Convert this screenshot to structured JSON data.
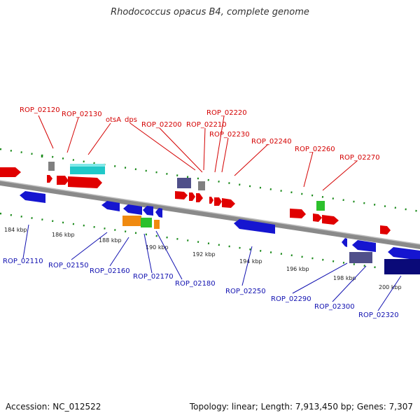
{
  "title": "Rhodococcus opacus B4, complete genome",
  "footer": {
    "accession": "Accession: NC_012522",
    "stats": "Topology: linear; Length: 7,913,450 bp; Genes: 7,307"
  },
  "colors": {
    "forward_gene": "#e00000",
    "reverse_gene": "#1515d0",
    "teal": "#20c8c8",
    "gray": "#808080",
    "purple": "#50508a",
    "green": "#2cc02c",
    "orange": "#f08a10",
    "navy": "#0a0a78",
    "label_top": "#d40000",
    "label_bottom": "#1010b0",
    "tick": "#1a8a1a",
    "backbone": "#8a8a8a"
  },
  "kbp_ticks": [
    "184 kbp",
    "186 kbp",
    "188 kbp",
    "190 kbp",
    "192 kbp",
    "194 kbp",
    "196 kbp",
    "198 kbp",
    "200 kbp"
  ],
  "gene_labels_top": [
    "ROP_02120",
    "ROP_02130",
    "otsA",
    "dps",
    "ROP_02200",
    "ROP_02210",
    "ROP_02220",
    "ROP_02230",
    "ROP_02240",
    "ROP_02260",
    "ROP_02270"
  ],
  "gene_labels_bottom": [
    "ROP_02110",
    "ROP_02150",
    "ROP_02160",
    "ROP_02170",
    "ROP_02180",
    "ROP_02250",
    "ROP_02290",
    "ROP_02300",
    "ROP_02320"
  ]
}
